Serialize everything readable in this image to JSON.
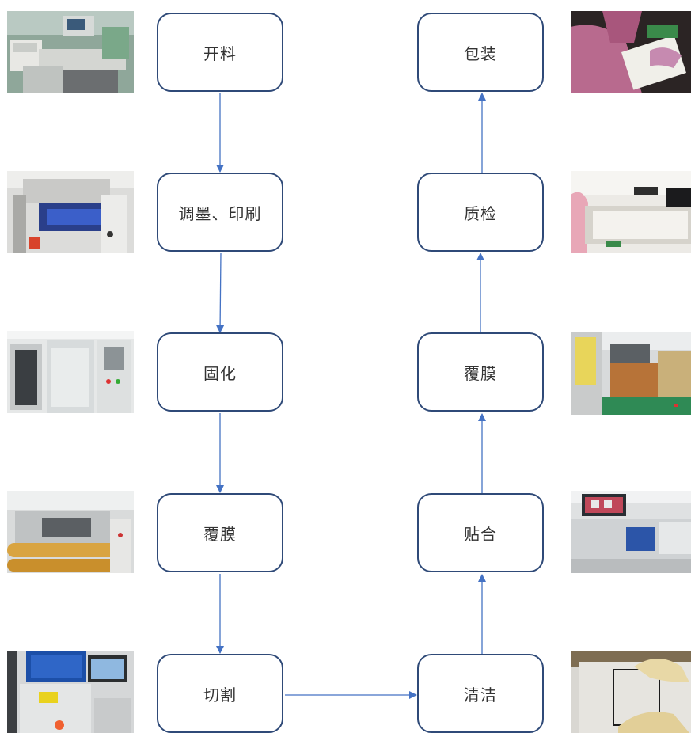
{
  "diagram": {
    "left_column": [
      {
        "label": "开料",
        "photo": "cutting-machine-photo"
      },
      {
        "label": "调墨、印刷",
        "photo": "printing-machine-photo"
      },
      {
        "label": "固化",
        "photo": "curing-oven-photo"
      },
      {
        "label": "覆膜",
        "photo": "laminating-roller-photo"
      },
      {
        "label": "切割",
        "photo": "laser-cutter-photo"
      }
    ],
    "right_column": [
      {
        "label": "清洁",
        "photo": "manual-cleaning-photo"
      },
      {
        "label": "贴合",
        "photo": "bonding-line-photo"
      },
      {
        "label": "覆膜",
        "photo": "film-coating-machine-photo"
      },
      {
        "label": "质检",
        "photo": "inspection-table-photo"
      },
      {
        "label": "包装",
        "photo": "packing-worker-photo"
      }
    ],
    "colors": {
      "node_border": "#2f4a78",
      "arrow": "#4472c4",
      "text": "#333333"
    }
  }
}
